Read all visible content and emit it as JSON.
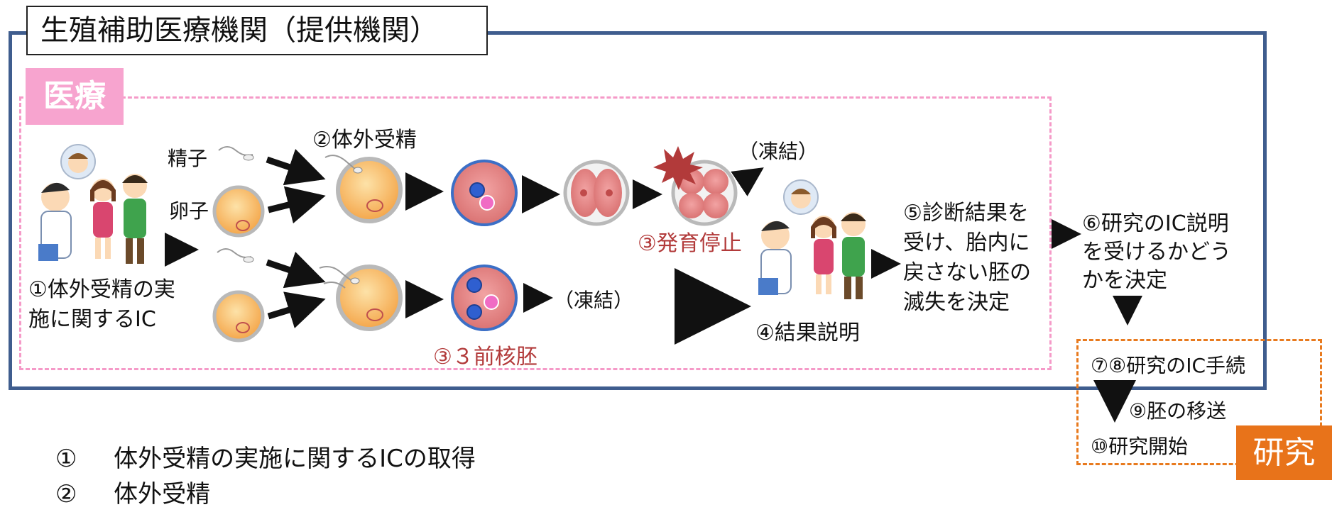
{
  "title": "生殖補助医療機関（提供機関）",
  "medical_label": "医療",
  "research_label": "研究",
  "labels": {
    "sperm": "精子",
    "egg": "卵子",
    "step2": "②体外受精",
    "frozen_top": "（凍結）",
    "frozen_bottom": "（凍結）",
    "step3_arrest": "③発育停止",
    "step3_pronuclear": "③３前核胚",
    "step1_line1": "①体外受精の実",
    "step1_line2": "施に関するIC",
    "step4": "④結果説明",
    "step5_line1": "⑤診断結果を",
    "step5_line2": "受け、胎内に",
    "step5_line3": "戻さない胚の",
    "step5_line4": "滅失を決定",
    "step6_line1": "⑥研究のIC説明",
    "step6_line2": "を受けるかどう",
    "step6_line3": "かを決定",
    "step78": "⑦⑧研究のIC手続",
    "step9": "⑨胚の移送",
    "step10": "⑩研究開始"
  },
  "bottom_list": [
    {
      "num": "①",
      "text": "体外受精の実施に関するICの取得"
    },
    {
      "num": "②",
      "text": "体外受精"
    }
  ],
  "colors": {
    "frame_blue": "#3f5d8e",
    "medical_pink": "#f7a4cf",
    "research_orange": "#e8731a",
    "egg_orange": "#f7b45c",
    "embryo_pink": "#d97b7b",
    "arrest_red": "#b23a3a"
  }
}
